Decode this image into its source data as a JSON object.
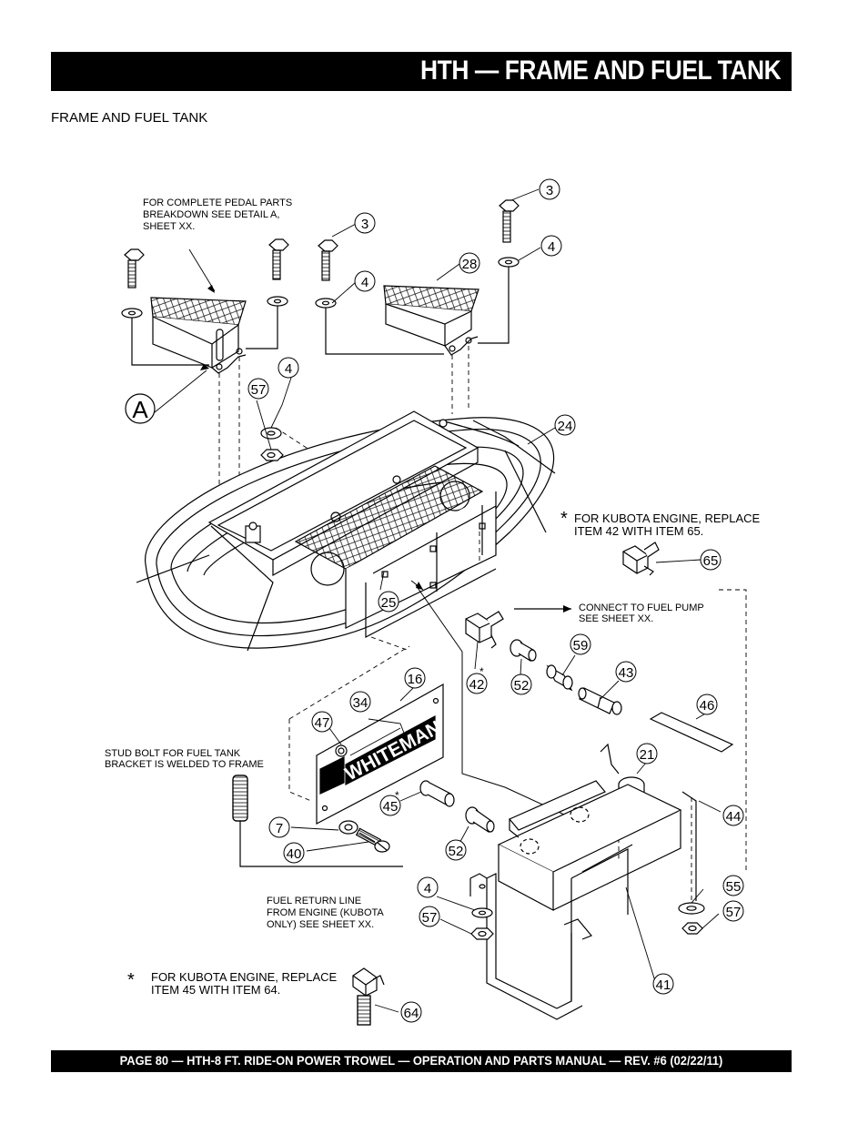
{
  "header": {
    "title": "HTH — FRAME AND FUEL TANK"
  },
  "section": {
    "title": "FRAME AND FUEL TANK"
  },
  "notes": {
    "pedal_line1": "FOR COMPLETE PEDAL PARTS",
    "pedal_line2": "BREAKDOWN SEE DETAIL A,",
    "pedal_line3": "SHEET XX.",
    "kubota42_line1": "FOR KUBOTA ENGINE, REPLACE",
    "kubota42_line2": "ITEM 42 WITH ITEM 65.",
    "fuelpump_line1": "CONNECT TO FUEL PUMP",
    "fuelpump_line2": "SEE SHEET XX.",
    "stud_line1": "STUD BOLT FOR FUEL TANK",
    "stud_line2": "BRACKET IS WELDED TO FRAME",
    "return_line1": "FUEL RETURN LINE",
    "return_line2": "FROM ENGINE (KUBOTA",
    "return_line3": "ONLY) SEE SHEET XX.",
    "kubota45_line1": "FOR KUBOTA ENGINE, REPLACE",
    "kubota45_line2": "ITEM 45 WITH ITEM 64.",
    "asterisk": "*"
  },
  "detail": {
    "label": "A"
  },
  "brand": {
    "name": "WHITEMAN"
  },
  "callouts": [
    "3",
    "3",
    "4",
    "4",
    "28",
    "4",
    "57",
    "24",
    "65",
    "25",
    "42",
    "52",
    "59",
    "43",
    "46",
    "16",
    "34",
    "47",
    "21",
    "44",
    "45",
    "7",
    "40",
    "52",
    "4",
    "55",
    "57",
    "57",
    "41",
    "64"
  ],
  "footer": {
    "text": "PAGE 80 — HTH-8 FT.   RIDE-ON POWER TROWEL — OPERATION AND PARTS MANUAL — REV. #6 (02/22/11)"
  }
}
